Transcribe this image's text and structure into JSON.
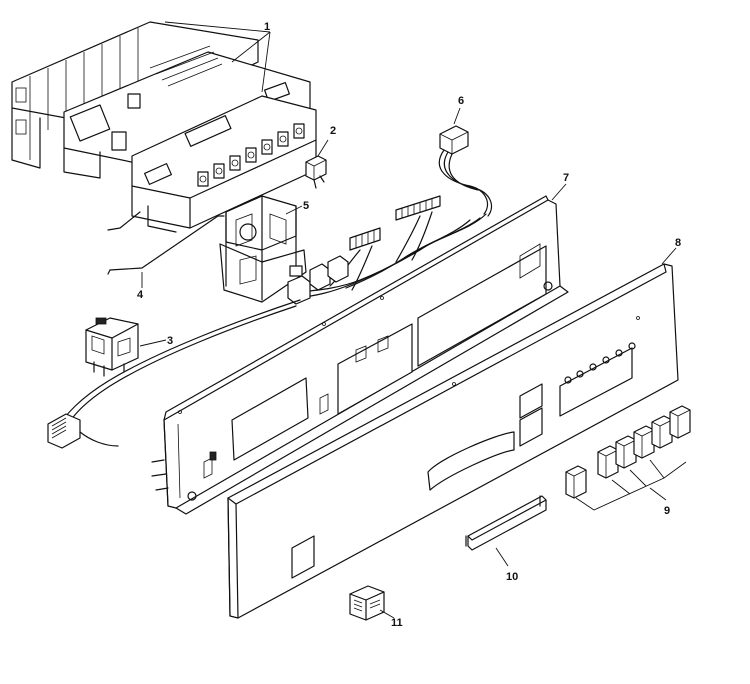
{
  "diagram": {
    "callouts": [
      {
        "id": "1",
        "text": "1"
      },
      {
        "id": "2",
        "text": "2"
      },
      {
        "id": "3",
        "text": "3"
      },
      {
        "id": "4",
        "text": "4"
      },
      {
        "id": "5",
        "text": "5"
      },
      {
        "id": "6",
        "text": "6"
      },
      {
        "id": "7",
        "text": "7"
      },
      {
        "id": "8",
        "text": "8"
      },
      {
        "id": "9",
        "text": "9"
      },
      {
        "id": "10",
        "text": "10"
      },
      {
        "id": "11",
        "text": "11"
      }
    ],
    "colors": {
      "line": "#111111",
      "background": "#ffffff"
    }
  }
}
